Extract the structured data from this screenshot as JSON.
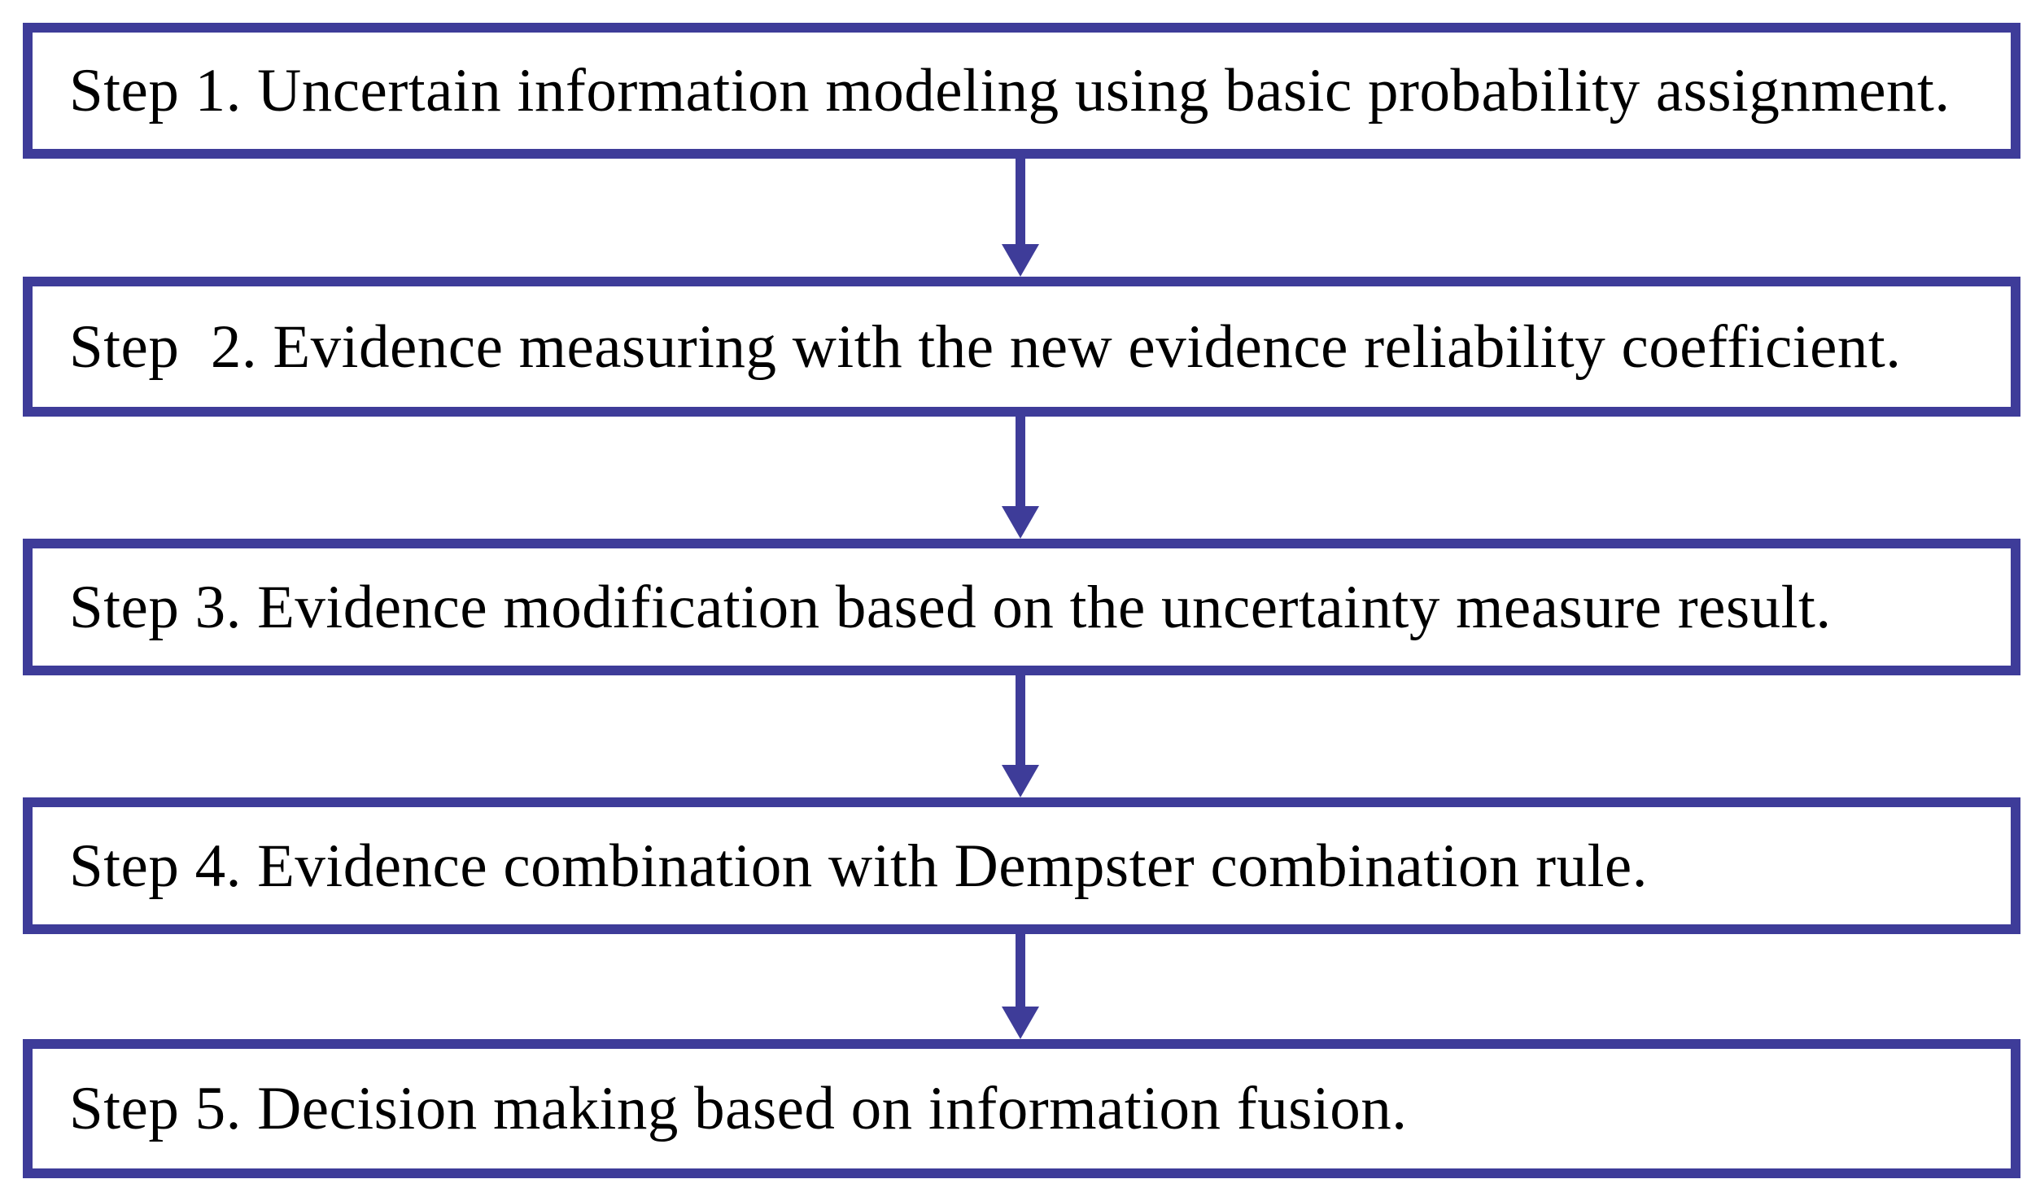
{
  "colors": {
    "accent": "#3E3C99",
    "text": "#000000",
    "background": "#FFFFFF"
  },
  "flowchart": {
    "steps": [
      {
        "label": "Step 1. Uncertain information modeling using basic probability assignment."
      },
      {
        "label": "Step  2. Evidence measuring with the new evidence reliability coefficient."
      },
      {
        "label": "Step 3. Evidence modification based on the uncertainty measure result."
      },
      {
        "label": "Step 4. Evidence combination with Dempster combination rule."
      },
      {
        "label": "Step 5. Decision making based on information fusion."
      }
    ]
  }
}
